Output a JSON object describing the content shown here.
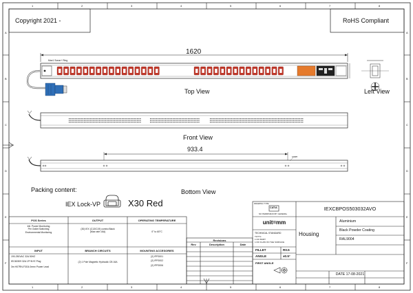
{
  "frame": {
    "cols": [
      "1",
      "2",
      "3",
      "4",
      "5",
      "6",
      "7",
      "8"
    ],
    "rows": [
      "A",
      "B",
      "C",
      "D",
      "E",
      "F"
    ]
  },
  "header": {
    "copyright": "Copyright 2021 -",
    "compliance": "RoHS Compliant"
  },
  "views": {
    "top_dimension": "1620",
    "top_label": "Top View",
    "left_label": "Left View",
    "front_label": "Front View",
    "bottom_dimension": "933.4",
    "bottom_label": "Bottom View",
    "outlet_note": "Max1 Sonar+ Ring",
    "cover_note": "cover"
  },
  "packing": {
    "title": "Packing content:",
    "item_name": "IEX Lock-VP",
    "item_qty": "X30 Red"
  },
  "specs": {
    "series": {
      "heading": "POS Series",
      "lines": [
        "Intl. Power Monitoring",
        "Per Outlet Switching",
        "Environmental Monitoring"
      ]
    },
    "output": {
      "heading": "OUTPUT",
      "lines": [
        "(30) IEX (C13/C19) combo Black",
        "(Max rate 16A)"
      ]
    },
    "temperature": {
      "heading": "OPERATING TEMPERATURE",
      "lines": [
        "0° to 60°C"
      ]
    },
    "input": {
      "heading": "INPUT",
      "lines": [
        "190-250VAC 32A 50HZ",
        "IEC60309 32A 1P+N+E Plug",
        "3m H07RN-F3G4.0mm² Power Lead"
      ]
    },
    "branch": {
      "heading": "BRANCH CIRCUITS",
      "lines": [
        "(2) 1 Pole Magnetic Hydraulic CB 16A"
      ]
    },
    "mounting": {
      "heading": "MOUNTING ACCESORIES",
      "lines": [
        "(2) IPF0001",
        "(2) IPF0002",
        "(2) IPF0006"
      ]
    }
  },
  "revisions": {
    "title": "Revisions",
    "columns": [
      "Rev",
      "Description",
      "Date"
    ]
  },
  "title_block": {
    "drawn_label": "DRAWING TYPE",
    "logo_text": "CATIA",
    "permission": "NO PERMISSION BY GENERAL",
    "unit": "unit=mm",
    "standard": "TECHNICAL STANDARD",
    "tol_lines": [
      "TOTTL:",
      "1.NO BURT",
      "1.NO FLAW ON THE SURFACE"
    ],
    "part_number": "IEXCBPOS503032AVO",
    "part_label": "Housing",
    "materials": [
      "Aluminium",
      "Black Powder Coating",
      "RAL9004"
    ],
    "fillet_label": "FILLET",
    "fillet_value": "R0.5",
    "angle_label": "ANGLE",
    "angle_value": "±0.5°",
    "first_angle": "FIRST ANGLE",
    "date": "DATE  17-08-2021"
  }
}
